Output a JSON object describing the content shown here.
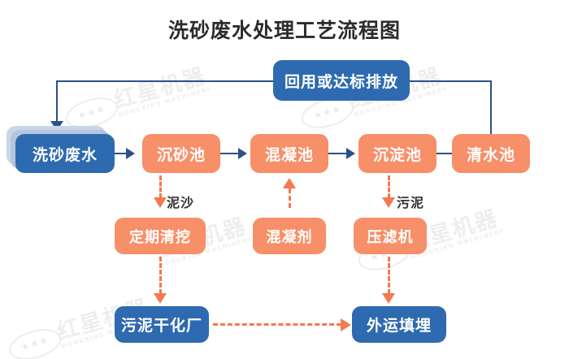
{
  "diagram": {
    "title": "洗砂废水处理工艺流程图",
    "watermark": {
      "main": "红星机器",
      "sub": "HONGXING MACHINERY"
    },
    "colors": {
      "blue_node": "#2e6ab0",
      "orange_node": "#f78f68",
      "navy_line": "#2a5287",
      "orange_dash": "#f4794f",
      "background": "#ffffff",
      "title_text": "#2b2b2b"
    },
    "nodes": {
      "recycle_discharge": "回用或达标排放",
      "wash_sand_wastewater": "洗砂废水",
      "grit_chamber": "沉砂池",
      "coagulation_tank": "混凝池",
      "sedimentation_tank": "沉淀池",
      "clear_water_tank": "清水池",
      "periodic_dredging": "定期清挖",
      "coagulant": "混凝剂",
      "filter_press": "压滤机",
      "sludge_drying_plant": "污泥干化厂",
      "offsite_landfill": "外运填埋"
    },
    "edge_labels": {
      "silt": "泥沙",
      "sludge": "污泥"
    },
    "flow": {
      "main_chain": [
        "洗砂废水",
        "沉砂池",
        "混凝池",
        "沉淀池",
        "清水池"
      ],
      "return_loop": [
        "清水池",
        "回用或达标排放",
        "洗砂废水"
      ],
      "branches": [
        {
          "from": "沉砂池",
          "to": "定期清挖",
          "label": "泥沙",
          "style": "dashed"
        },
        {
          "from": "混凝剂",
          "to": "混凝池",
          "label": "",
          "style": "dashed"
        },
        {
          "from": "沉淀池",
          "to": "压滤机",
          "label": "污泥",
          "style": "dashed"
        },
        {
          "from": "定期清挖",
          "to": "污泥干化厂",
          "label": "",
          "style": "dashed"
        },
        {
          "from": "压滤机",
          "to": "外运填埋",
          "label": "",
          "style": "dashed"
        },
        {
          "from": "污泥干化厂",
          "to": "外运填埋",
          "label": "",
          "style": "dashed"
        }
      ]
    }
  }
}
